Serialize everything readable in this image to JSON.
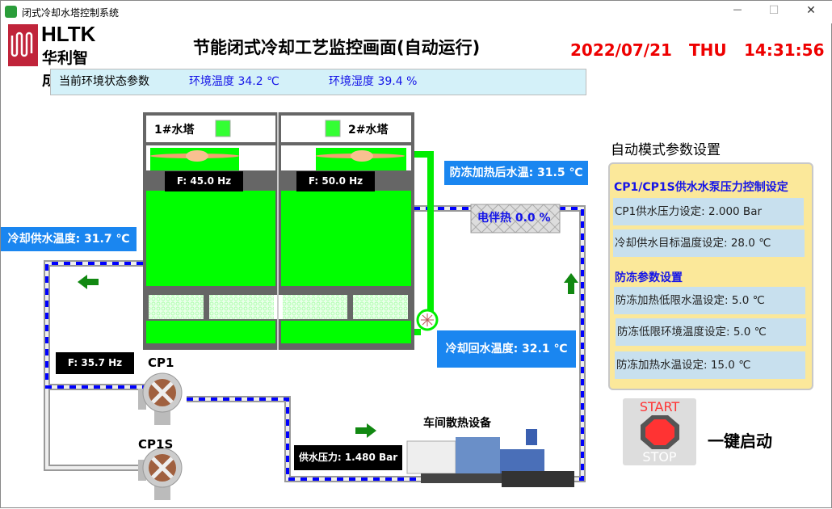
{
  "window": {
    "title": "闭式冷却水塔控制系统",
    "minimize": "—",
    "maximize": "☐",
    "close": "✕"
  },
  "logo": {
    "brand": "HLTK",
    "subtitle": "华利智成"
  },
  "header": {
    "title": "节能闭式冷却工艺监控画面(自动运行)",
    "date": "2022/07/21",
    "weekday": "THU",
    "time": "14:31:56"
  },
  "env": {
    "label": "当前环境状态参数",
    "temperature": "环境温度 34.2 ℃",
    "humidity": "环境湿度 39.4 %"
  },
  "towers": [
    {
      "name": "1#水塔",
      "freq": "F: 45.0 Hz"
    },
    {
      "name": "2#水塔",
      "freq": "F: 50.0 Hz"
    }
  ],
  "readings": {
    "antifreeze_temp": "防冻加热后水温: 31.5 ℃",
    "heater": "电伴热 0.0 %",
    "supply_temp": "冷却供水温度: 31.7 ℃",
    "return_temp": "冷却回水温度: 32.1 ℃",
    "pump_freq": "F: 35.7 Hz",
    "supply_pressure": "供水压力: 1.480 Bar"
  },
  "pumps": [
    {
      "name": "CP1"
    },
    {
      "name": "CP1S"
    }
  ],
  "equipment": {
    "label": "车间散热设备"
  },
  "settings": {
    "title": "自动模式参数设置",
    "section1": "CP1/CP1S供水水泵压力控制设定",
    "rows1": [
      "CP1供水压力设定:  2.000 Bar",
      "冷却供水目标温度设定:  28.0 ℃"
    ],
    "section2": "防冻参数设置",
    "rows2": [
      "防冻加热低限水温设定: 5.0 ℃",
      "防冻低限环境温度设定: 5.0 ℃",
      "防冻加热水温设定: 15.0 ℃"
    ]
  },
  "start_button": {
    "start": "START",
    "stop": "STOP",
    "label": "一键启动"
  },
  "colors": {
    "tower_green": "#00ff00",
    "pipe_dash": "#0000ff",
    "label_blue": "#1a86f0",
    "date_red": "#ee0000",
    "panel_yellow": "#fbe89a"
  }
}
